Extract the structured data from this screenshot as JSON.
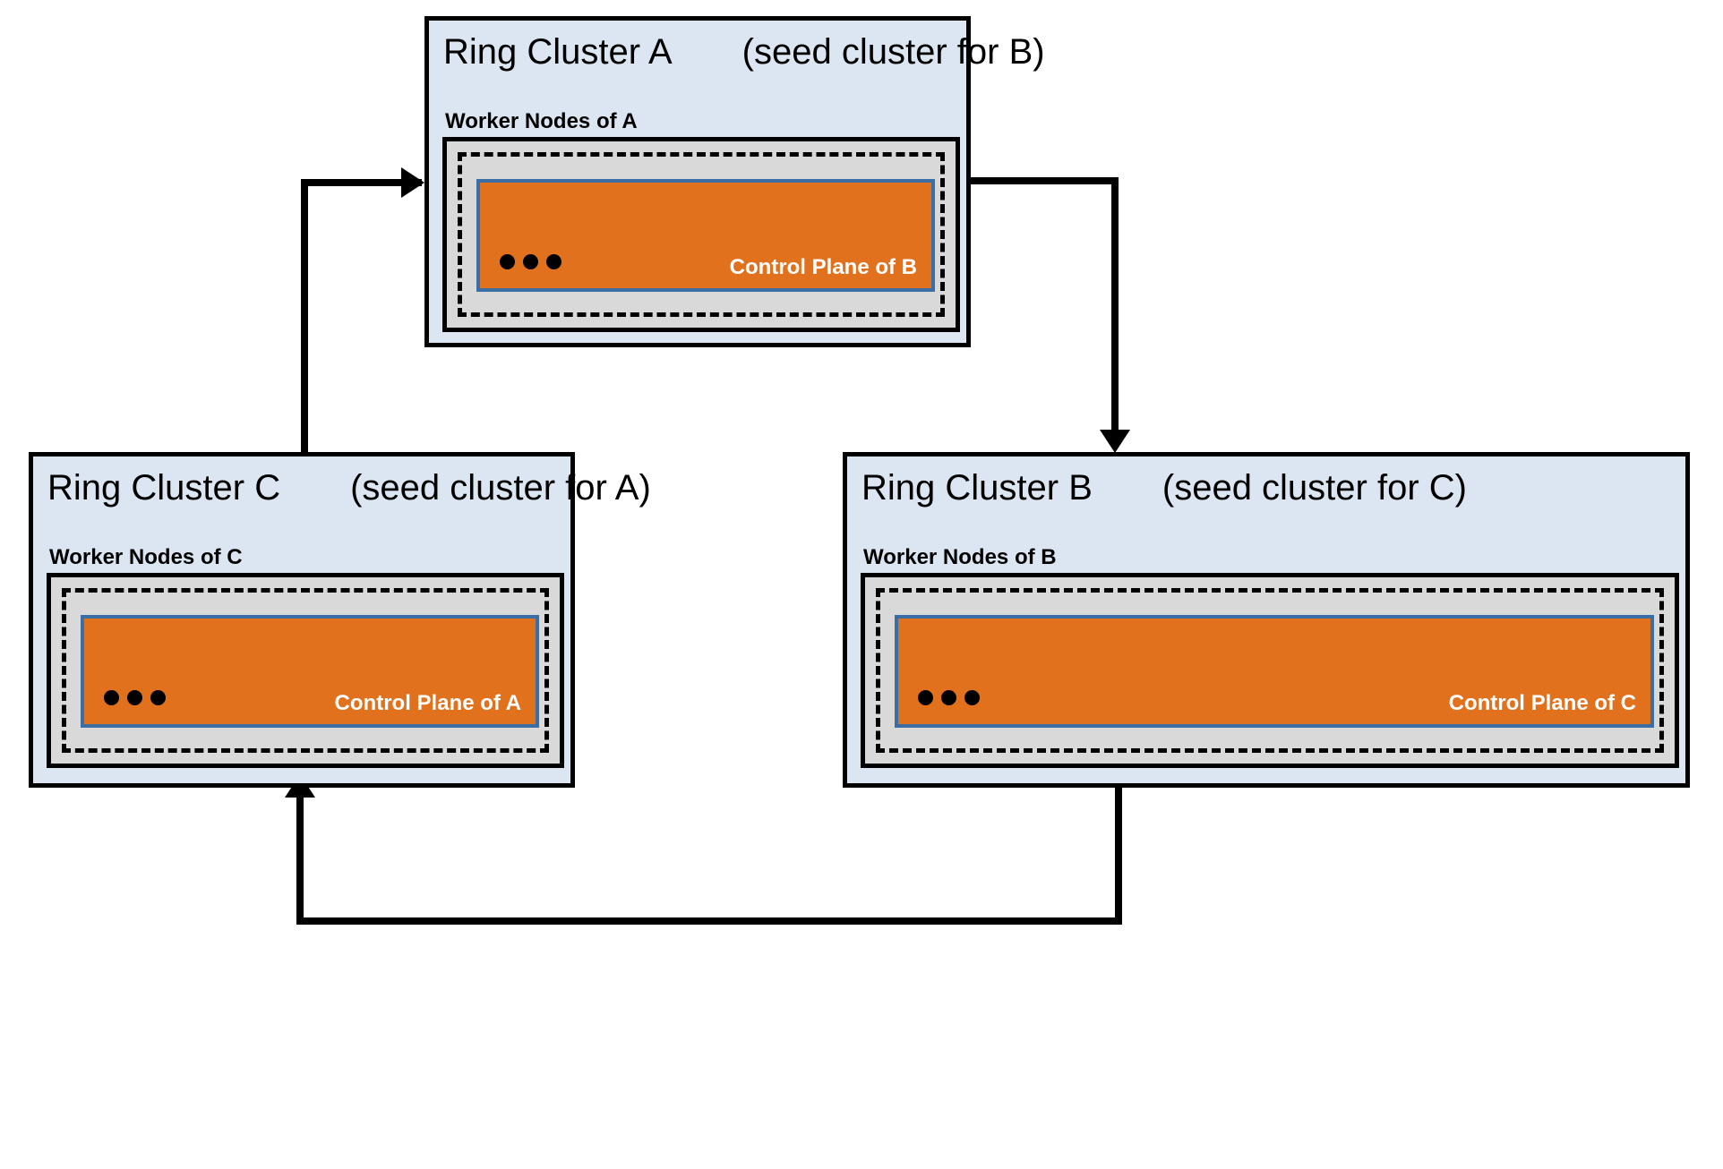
{
  "diagram": {
    "title_visible": false,
    "colors": {
      "cluster_fill": "#dce6f2",
      "worker_fill": "#d9d9d9",
      "control_plane_fill": "#e2711d",
      "control_plane_border": "#3a6ea5",
      "line": "#000000",
      "control_plane_text": "#ffffff"
    }
  },
  "clusters": [
    {
      "id": "A",
      "name": "Ring Cluster A",
      "seed_note": "(seed cluster for B)",
      "worker_label": "Worker Nodes of A",
      "control_plane_label": "Control Plane of B",
      "ellipsis": "•••"
    },
    {
      "id": "C",
      "name": "Ring Cluster C",
      "seed_note": "(seed cluster for A)",
      "worker_label": "Worker Nodes of C",
      "control_plane_label": "Control Plane of A",
      "ellipsis": "•••"
    },
    {
      "id": "B",
      "name": "Ring Cluster B",
      "seed_note": "(seed cluster for C)",
      "worker_label": "Worker Nodes of B",
      "control_plane_label": "Control Plane of C",
      "ellipsis": "•••"
    }
  ],
  "connections": [
    {
      "from": "A",
      "to": "B",
      "direction": "down"
    },
    {
      "from": "B",
      "to": "C",
      "direction": "up"
    },
    {
      "from": "C",
      "to": "A",
      "direction": "right"
    }
  ]
}
